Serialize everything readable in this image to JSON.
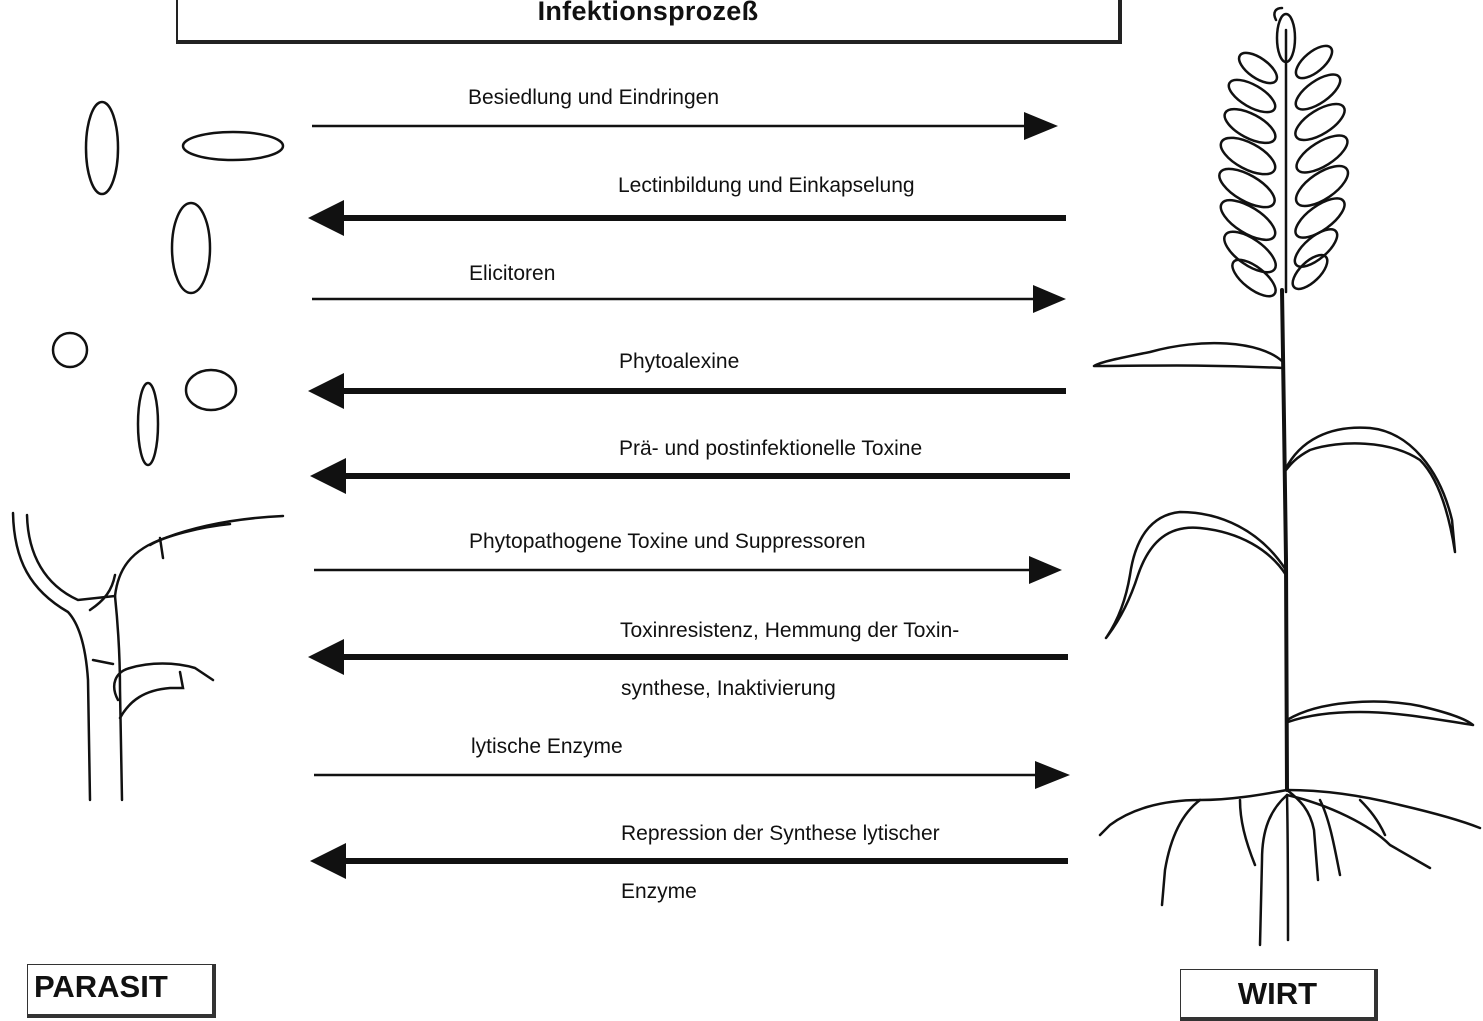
{
  "title": "Infektionsprozeß",
  "parasite_label": "PARASIT",
  "host_label": "WIRT",
  "interactions": [
    {
      "text": "Besiedlung und Eindringen",
      "direction": "to-host"
    },
    {
      "text": "Lectinbildung und Einkapselung",
      "direction": "to-parasite"
    },
    {
      "text": "Elicitoren",
      "direction": "to-host"
    },
    {
      "text": "Phytoalexine",
      "direction": "to-parasite"
    },
    {
      "text": "Prä- und postinfektionelle Toxine",
      "direction": "to-parasite"
    },
    {
      "text": "Phytopathogene Toxine und  Suppressoren",
      "direction": "to-host"
    },
    {
      "text": "Toxinresistenz, Hemmung der Toxin-",
      "text2": "synthese, Inaktivierung",
      "direction": "to-parasite"
    },
    {
      "text": "lytische Enzyme",
      "direction": "to-host"
    },
    {
      "text": "Repression der Synthese lytischer",
      "text2": "Enzyme",
      "direction": "to-parasite"
    }
  ]
}
